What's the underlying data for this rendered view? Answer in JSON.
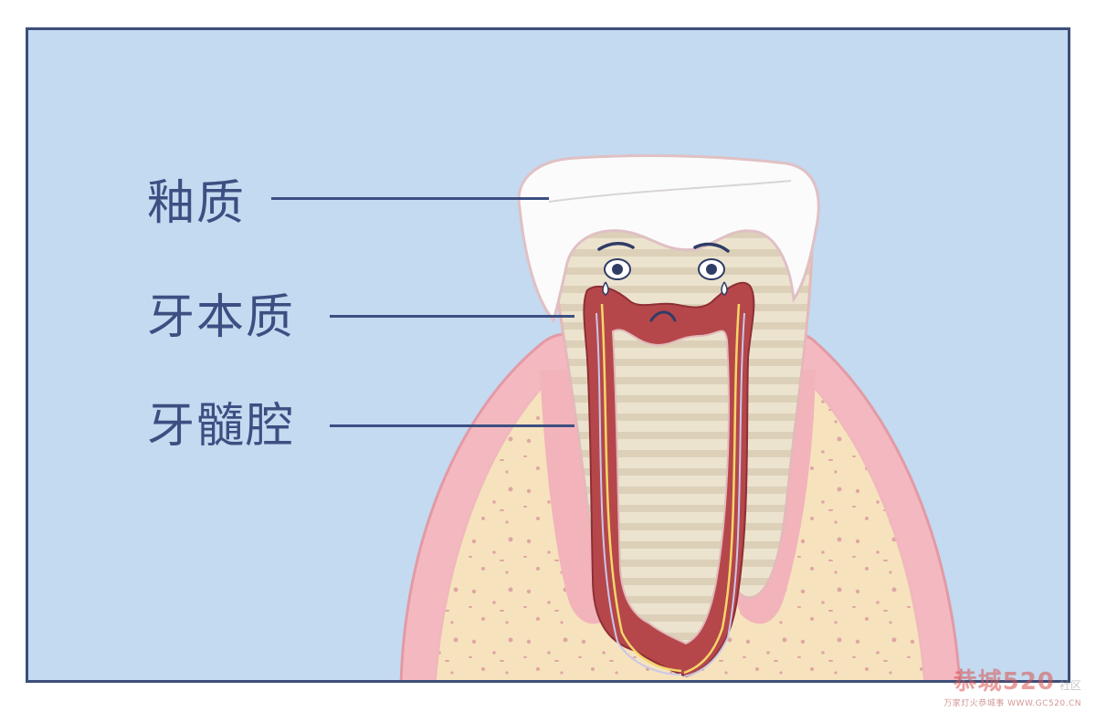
{
  "labels": {
    "enamel": "釉质",
    "dentin": "牙本质",
    "pulp_cavity": "牙髓腔"
  },
  "watermark": {
    "brand": "恭城520",
    "side": "社区",
    "url": "万家灯火恭城事 WWW.GC520.CN"
  },
  "colors": {
    "background": "#c3daf0",
    "frame": "#3d4e78",
    "label_text": "#3c4f82",
    "gum": "#f4b9c0",
    "bone": "#f6e3bd",
    "enamel": "#fbfbfb",
    "dentin": "#e7dcc6",
    "pulp": "#b5474a"
  },
  "icons": [
    "worried-face-icon"
  ]
}
